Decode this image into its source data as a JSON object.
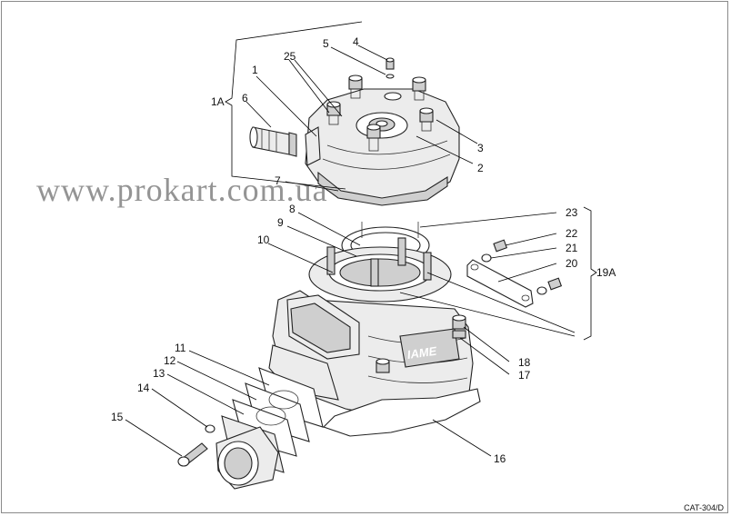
{
  "watermark": "www.prokart.com.ua",
  "catalog_ref": "CAT-304/D",
  "labels": {
    "l1": "1",
    "l2": "2",
    "l3": "3",
    "l4": "4",
    "l5": "5",
    "l6": "6",
    "l7": "7",
    "l8": "8",
    "l9": "9",
    "l10": "10",
    "l11": "11",
    "l12": "12",
    "l13": "13",
    "l14": "14",
    "l15": "15",
    "l16": "16",
    "l17": "17",
    "l18": "18",
    "l19a": "19A",
    "l20": "20",
    "l21": "21",
    "l22": "22",
    "l23": "23",
    "l25": "25",
    "l1a": "1A"
  },
  "colors": {
    "line": "#222222",
    "fill_light": "#ececec",
    "fill_dark": "#cfcfcf",
    "frame": "#8a8a8a"
  }
}
